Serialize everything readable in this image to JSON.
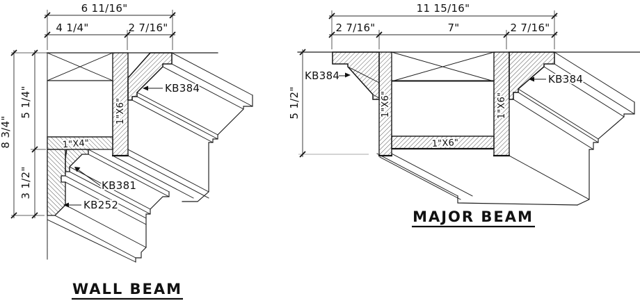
{
  "wall_beam": {
    "title": "WALL BEAM",
    "dim_overall_width": "6 11/16\"",
    "dim_left_width": "4 1/4\"",
    "dim_right_width": "2 7/16\"",
    "dim_overall_height": "8 3/4\"",
    "dim_upper_height": "5 1/4\"",
    "dim_lower_height": "3 1/2\"",
    "label_crown": "KB384",
    "label_side_board": "1\"X6\"",
    "label_bottom_board": "1\"X4\"",
    "label_bed_mould": "KB381",
    "label_wall_mould": "KB252"
  },
  "major_beam": {
    "title": "MAJOR BEAM",
    "dim_overall_width": "11 15/16\"",
    "dim_left_width": "2 7/16\"",
    "dim_center_width": "7\"",
    "dim_right_width": "2 7/16\"",
    "dim_height": "5 1/2\"",
    "label_crown_left": "KB384",
    "label_crown_right": "KB384",
    "label_left_board": "1\"X6\"",
    "label_right_board": "1\"X6\"",
    "label_bottom_board": "1\"X6\""
  }
}
